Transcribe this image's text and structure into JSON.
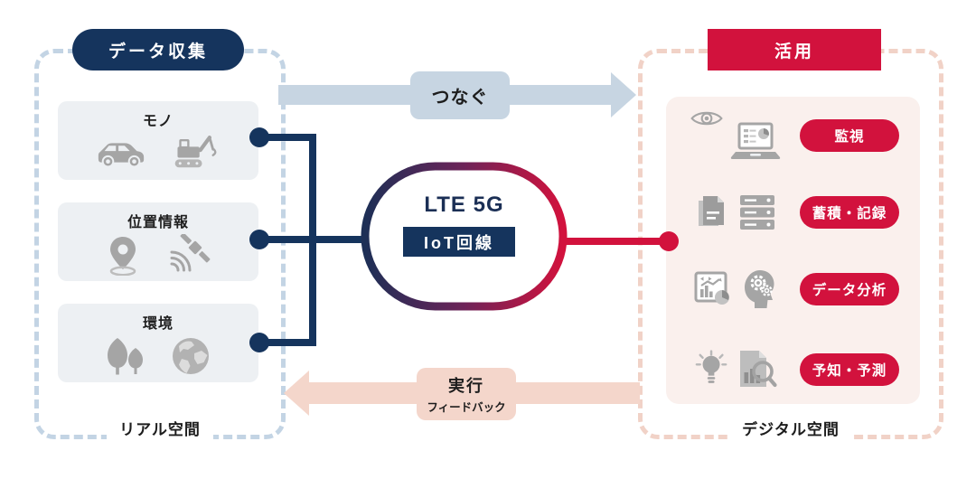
{
  "left_panel": {
    "header": "データ収集",
    "space_label": "リアル空間",
    "groups": [
      {
        "title": "モノ",
        "icons": [
          "car-icon",
          "excavator-icon"
        ]
      },
      {
        "title": "位置情報",
        "icons": [
          "map-pin-icon",
          "satellite-icon"
        ]
      },
      {
        "title": "環境",
        "icons": [
          "trees-icon",
          "globe-icon"
        ]
      }
    ]
  },
  "center": {
    "network": "LTE 5G",
    "line": "IoT回線"
  },
  "flow": {
    "connect": "つなぐ",
    "execute": "実行",
    "feedback": "フィードバック"
  },
  "right_panel": {
    "header": "活用",
    "space_label": "デジタル空間",
    "items": [
      {
        "label": "監視",
        "icons": [
          "eye-icon",
          "laptop-dashboard-icon"
        ]
      },
      {
        "label": "蓄積・記録",
        "icons": [
          "documents-icon",
          "server-icon"
        ]
      },
      {
        "label": "データ分析",
        "icons": [
          "analytics-chart-icon",
          "head-gears-icon"
        ]
      },
      {
        "label": "予知・予測",
        "icons": [
          "lightbulb-icon",
          "report-magnifier-icon"
        ]
      }
    ]
  },
  "colors": {
    "navy": "#15345d",
    "red": "#d2123d",
    "arrow_blue": "#c7d5e2",
    "arrow_pink": "#f4d6cb",
    "icon_gray": "#a5a5a5"
  }
}
